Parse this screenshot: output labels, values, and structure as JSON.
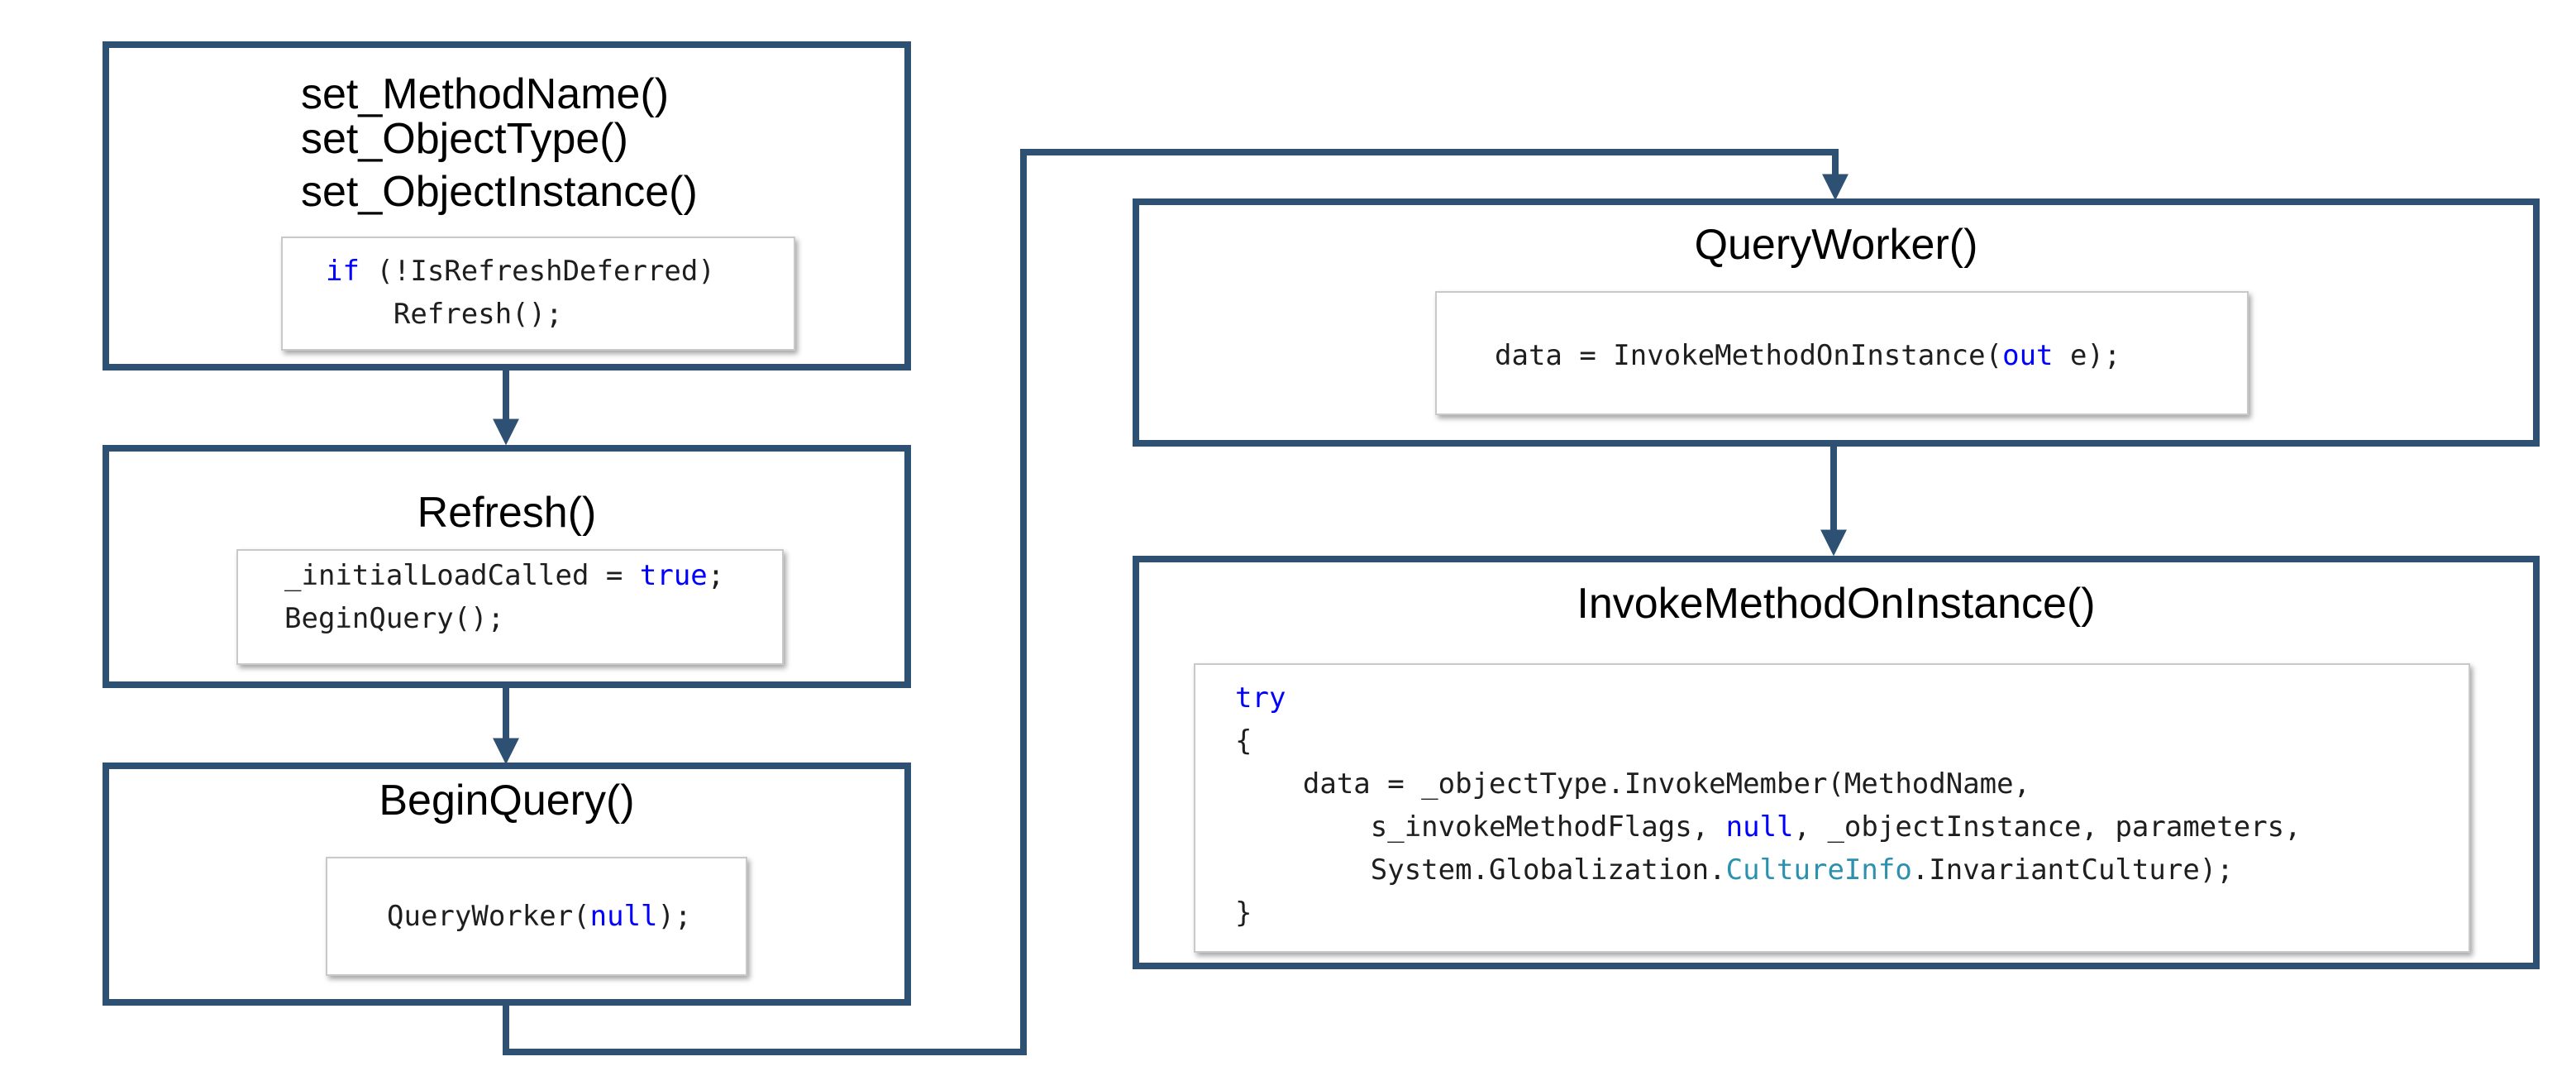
{
  "colors": {
    "box_border": "#2e5173",
    "connector": "#2e5173",
    "keyword": "#0000ff",
    "type": "#2b91af",
    "code_text": "#1e1e1e"
  },
  "boxes": {
    "setters": {
      "lines": [
        "set_MethodName()",
        "set_ObjectType()",
        "set_ObjectInstance()"
      ],
      "code": [
        "if (!IsRefreshDeferred)",
        "    Refresh();"
      ]
    },
    "refresh": {
      "title": "Refresh()",
      "code": [
        "_initialLoadCalled = true;",
        "BeginQuery();"
      ]
    },
    "begin_query": {
      "title": "BeginQuery()",
      "code": [
        "QueryWorker(null);"
      ]
    },
    "query_worker": {
      "title": "QueryWorker()",
      "code": [
        "data = InvokeMethodOnInstance(out e);"
      ]
    },
    "invoke_method": {
      "title": "InvokeMethodOnInstance()",
      "code": [
        "try",
        "{",
        "    data = _objectType.InvokeMember(MethodName,",
        "        s_invokeMethodFlags, null, _objectInstance, parameters,",
        "        System.Globalization.CultureInfo.InvariantCulture);",
        "}"
      ]
    }
  },
  "connectors": [
    {
      "from": "setters",
      "to": "refresh"
    },
    {
      "from": "refresh",
      "to": "begin_query"
    },
    {
      "from": "begin_query",
      "to": "query_worker"
    },
    {
      "from": "query_worker",
      "to": "invoke_method"
    }
  ]
}
